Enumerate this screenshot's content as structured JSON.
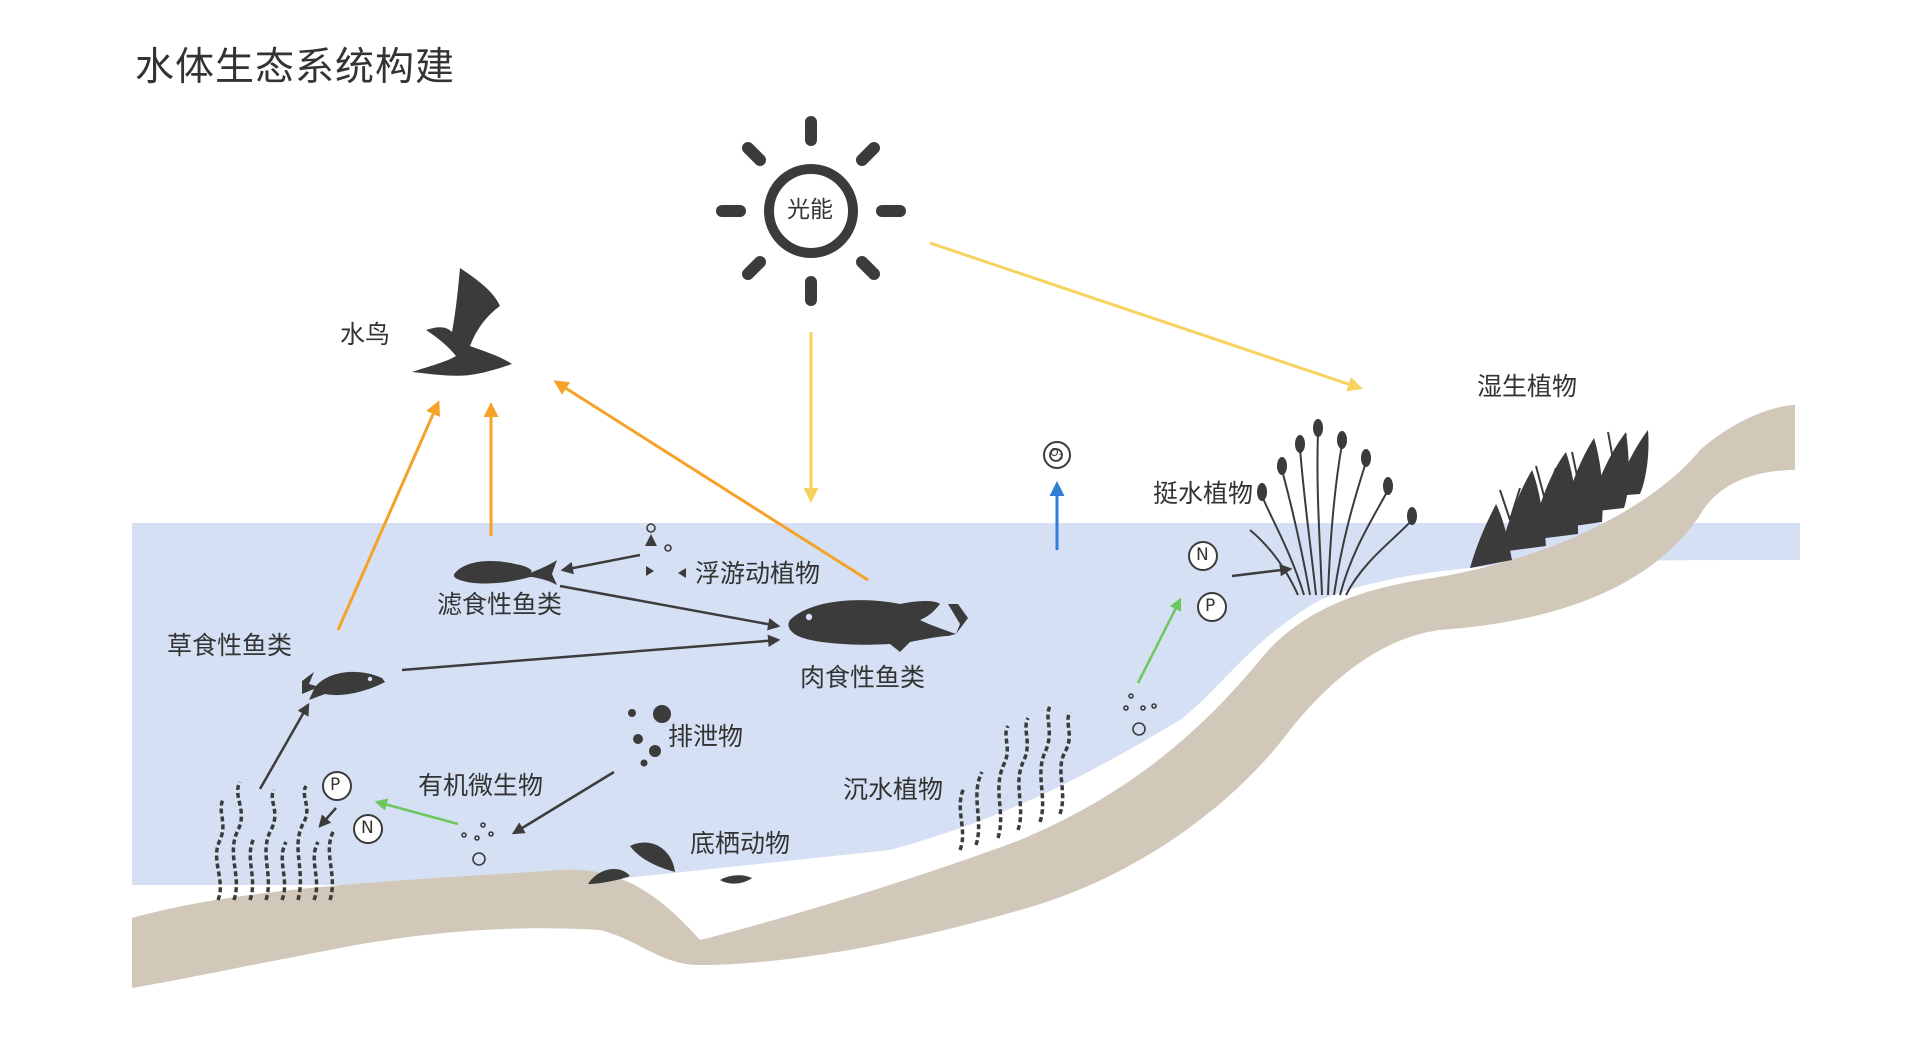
{
  "title": "水体生态系统构建",
  "labels": {
    "sun": "光能",
    "bird": "水鸟",
    "wetland_plants": "湿生植物",
    "emergent_plants": "挺水植物",
    "planktonic": "浮游动植物",
    "filter_fish": "滤食性鱼类",
    "carnivore_fish": "肉食性鱼类",
    "herbivore_fish": "草食性鱼类",
    "excreta": "排泄物",
    "microbes": "有机微生物",
    "submerged_plants": "沉水植物",
    "benthic": "底栖动物"
  },
  "nutrient_symbols": {
    "oxygen": "O",
    "oxygen_sub": "2",
    "nitrogen": "N",
    "phosphorus": "P"
  },
  "colors": {
    "water": "#d6e0f5",
    "soil": "#d1c8ba",
    "silhouette": "#3b3b3b",
    "sun": "#3b3b3b",
    "light_arrow": "#f7d25e",
    "predation_arrow": "#f6a229",
    "flow_arrow": "#3c3c3c",
    "nutrient_arrow": "#6cc75c",
    "oxygen_arrow": "#2f7fd8"
  },
  "icons": [
    "sun-icon",
    "bird-icon",
    "fish-icon",
    "plankton-icon",
    "bubbles-icon",
    "reed-icon",
    "seaweed-icon",
    "shell-icon"
  ]
}
